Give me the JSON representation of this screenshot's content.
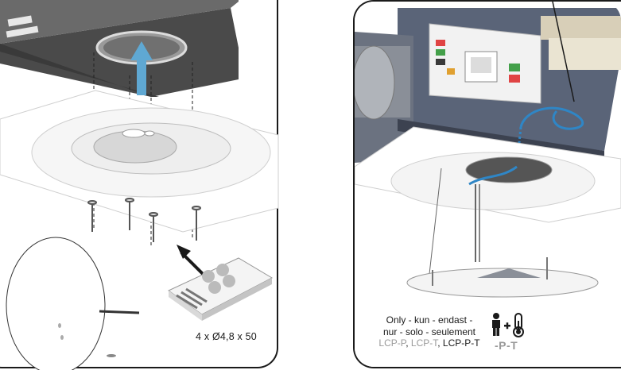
{
  "left_panel": {
    "screw_caption": "4 x Ø4,8 x 50"
  },
  "right_panel": {
    "compat_line1": "Only - kun - endast -",
    "compat_line2": "nur - solo - seulement",
    "models": [
      "LCP-P",
      "LCP-T",
      "LCP-P-T"
    ],
    "models_sep": ", ",
    "pt_label": "-P-T"
  },
  "colors": {
    "airflow_arrow": "#5fa8d3",
    "cable": "#2f86c6",
    "frame": "#1a1a1a",
    "muted_text": "#9a9a9a"
  },
  "icons": [
    "person-icon",
    "plus-icon",
    "thermometer-icon",
    "arrow-up-icon",
    "direction-arrow-icon"
  ]
}
